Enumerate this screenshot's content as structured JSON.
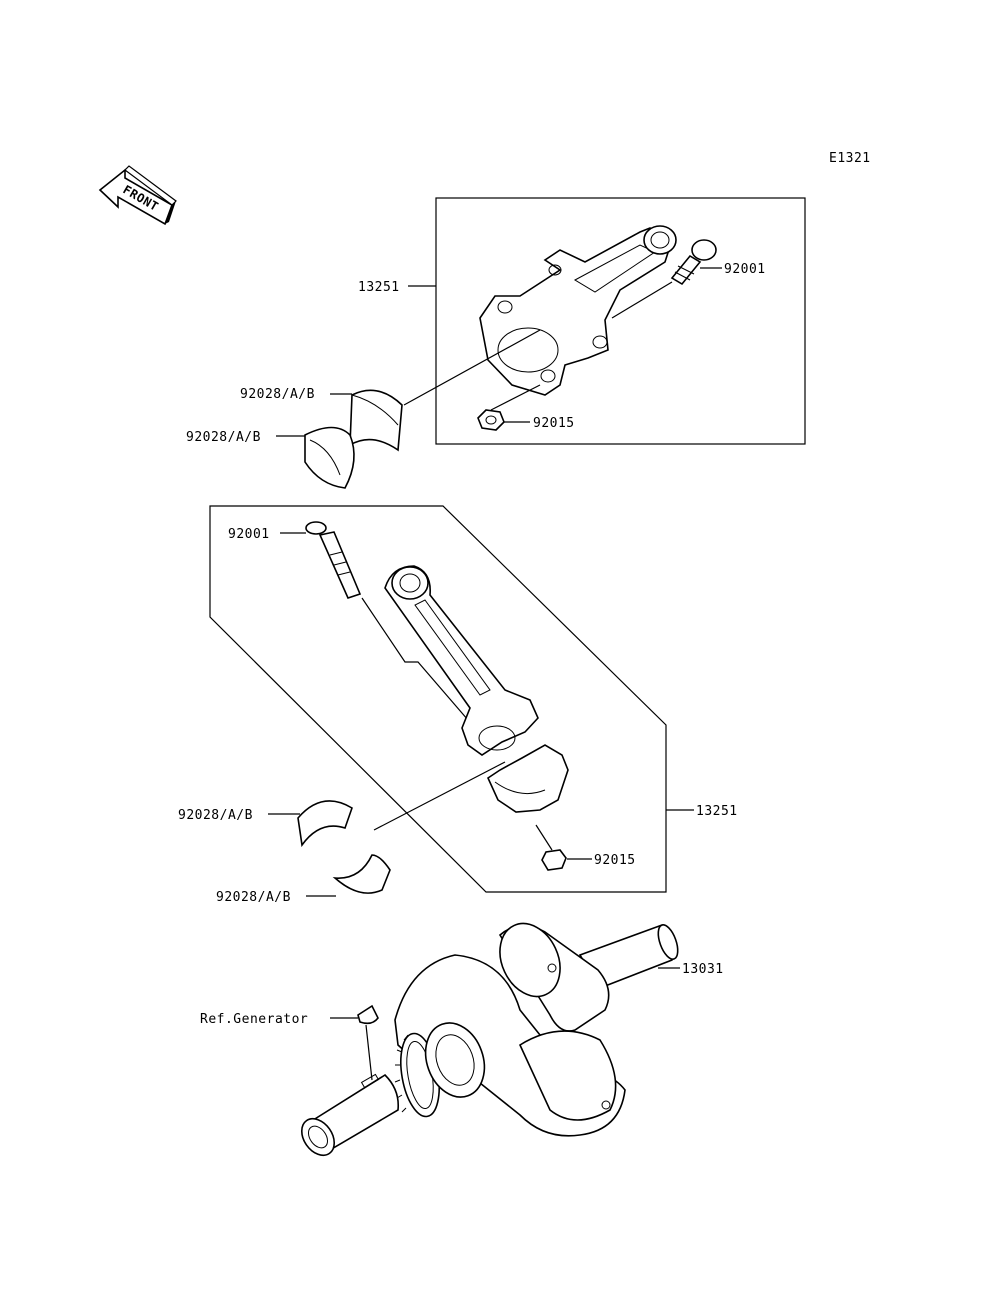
{
  "diagram": {
    "code": "E1321",
    "front_label": "FRONT",
    "parts": {
      "rod_upper": "13251",
      "rod_lower": "13251",
      "bolt_upper": "92001",
      "bolt_lower": "92001",
      "nut_upper": "92015",
      "nut_lower": "92015",
      "bearing_1": "92028/A/B",
      "bearing_2": "92028/A/B",
      "bearing_3": "92028/A/B",
      "bearing_4": "92028/A/B",
      "crankshaft": "13031",
      "ref_generator": "Ref.Generator"
    }
  }
}
